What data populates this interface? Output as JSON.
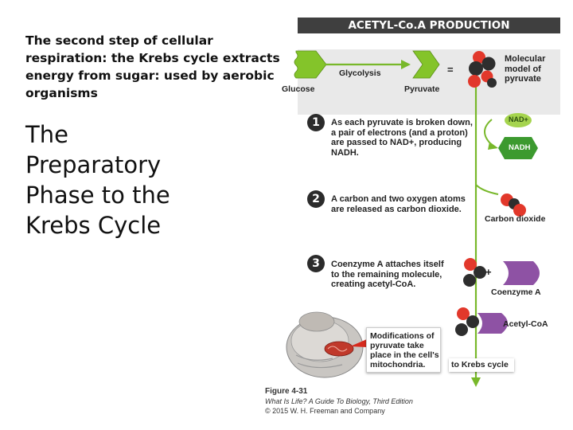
{
  "slide": {
    "subtitle_lines": [
      "The second step of cellular",
      "respiration: the Krebs cycle extracts",
      "energy from sugar: used by aerobic",
      "organisms"
    ],
    "title_lines": [
      "The",
      "Preparatory",
      "Phase to the",
      "Krebs Cycle"
    ]
  },
  "figure": {
    "header": "ACETYL-Co.A PRODUCTION",
    "row1": {
      "glycolysis": "Glycolysis",
      "glucose": "Glucose",
      "pyruvate": "Pyruvate",
      "equals": "=",
      "model_label": [
        "Molecular",
        "model of",
        "pyruvate"
      ]
    },
    "steps": [
      {
        "number": "1",
        "lines": [
          "As each pyruvate is broken down,",
          "a pair of electrons (and a proton)",
          "are passed to NAD+, producing",
          "NADH."
        ]
      },
      {
        "number": "2",
        "lines": [
          "A carbon and two oxygen atoms",
          "are released as carbon dioxide."
        ]
      },
      {
        "number": "3",
        "lines": [
          "Coenzyme A attaches itself",
          "to the remaining molecule,",
          "creating acetyl-CoA."
        ]
      }
    ],
    "nad_plus": "NAD+",
    "nadh": "NADH",
    "carbon_dioxide": "Carbon dioxide",
    "plus": "+",
    "coenzyme_a": "Coenzyme A",
    "acetyl_coa": "Acetyl-CoA",
    "callout_lines": [
      "Modifications of",
      "pyruvate take",
      "place in the cell's",
      "mitochondria."
    ],
    "to_krebs": "to Krebs cycle",
    "colors": {
      "arrow_green": "#78b82a",
      "purple": "#8e52a4",
      "atom_red": "#e2382b",
      "atom_dark": "#2e2e2e"
    }
  },
  "caption": {
    "title": "Figure 4-31",
    "line1": "What Is Life? A Guide To Biology, Third Edition",
    "line2": "© 2015 W. H. Freeman and Company"
  }
}
